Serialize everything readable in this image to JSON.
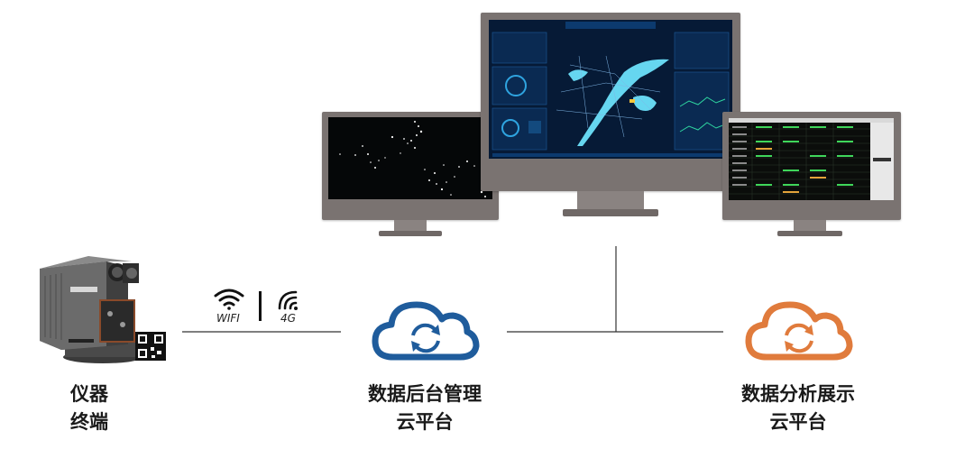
{
  "device": {
    "label_line1": "仪器",
    "label_line2": "终端",
    "icon": "instrument-terminal-icon"
  },
  "connection": {
    "wifi_label": "WIFI",
    "cell_label": "4G",
    "wifi_icon": "wifi-icon",
    "cell_icon": "signal-4g-icon"
  },
  "backend_cloud": {
    "label_line1": "数据后台管理",
    "label_line2": "云平台",
    "color": "#1f5c9c",
    "icon": "cloud-sync-icon"
  },
  "analysis_cloud": {
    "label_line1": "数据分析展示",
    "label_line2": "云平台",
    "color": "#e07b3c",
    "icon": "cloud-sync-icon"
  },
  "monitors": {
    "left": {
      "content": "night-map-dots"
    },
    "center": {
      "content": "dashboard-map"
    },
    "right": {
      "content": "data-table"
    }
  }
}
